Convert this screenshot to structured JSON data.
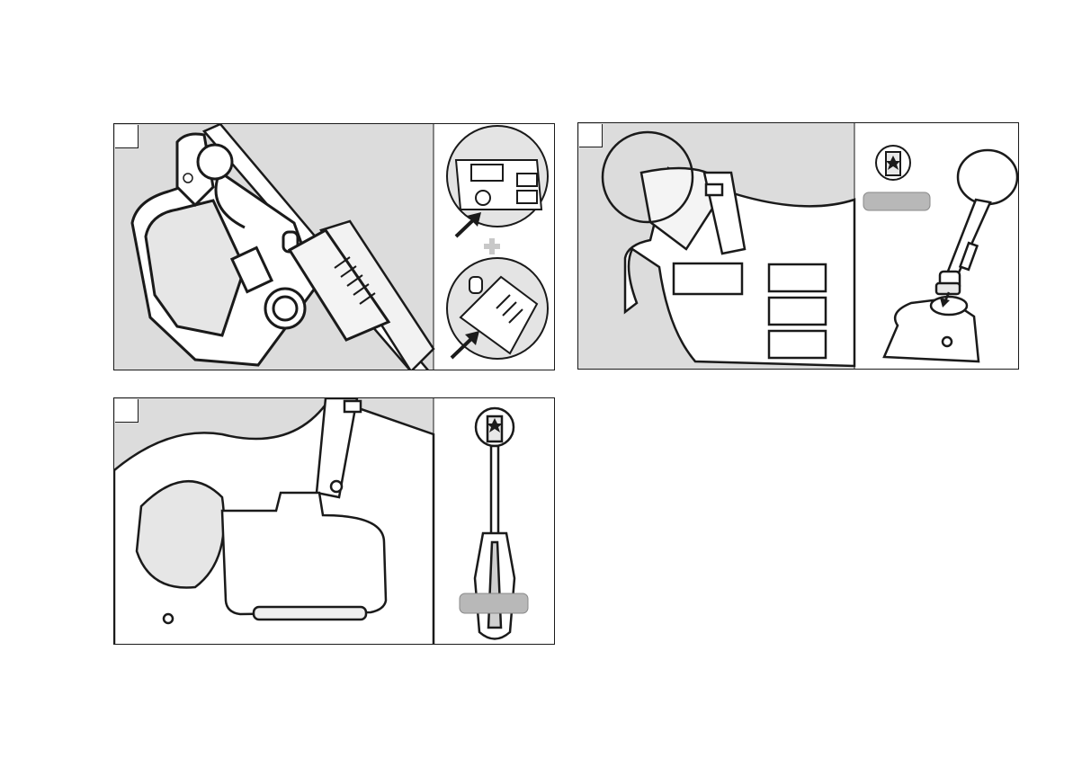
{
  "panels": [
    {
      "id": "panel-1",
      "step_label": ""
    },
    {
      "id": "panel-2",
      "step_label": ""
    },
    {
      "id": "panel-3",
      "step_label": ""
    }
  ],
  "colors": {
    "panel_bg": "#dcdcdc",
    "line": "#1a1a1a",
    "tool_label_fill": "#b8b8b8",
    "plus_sign": "#c8c8c8"
  },
  "icons": [
    "torx-bit-icon",
    "screwdriver-icon",
    "arrow-icon",
    "plus-icon"
  ]
}
